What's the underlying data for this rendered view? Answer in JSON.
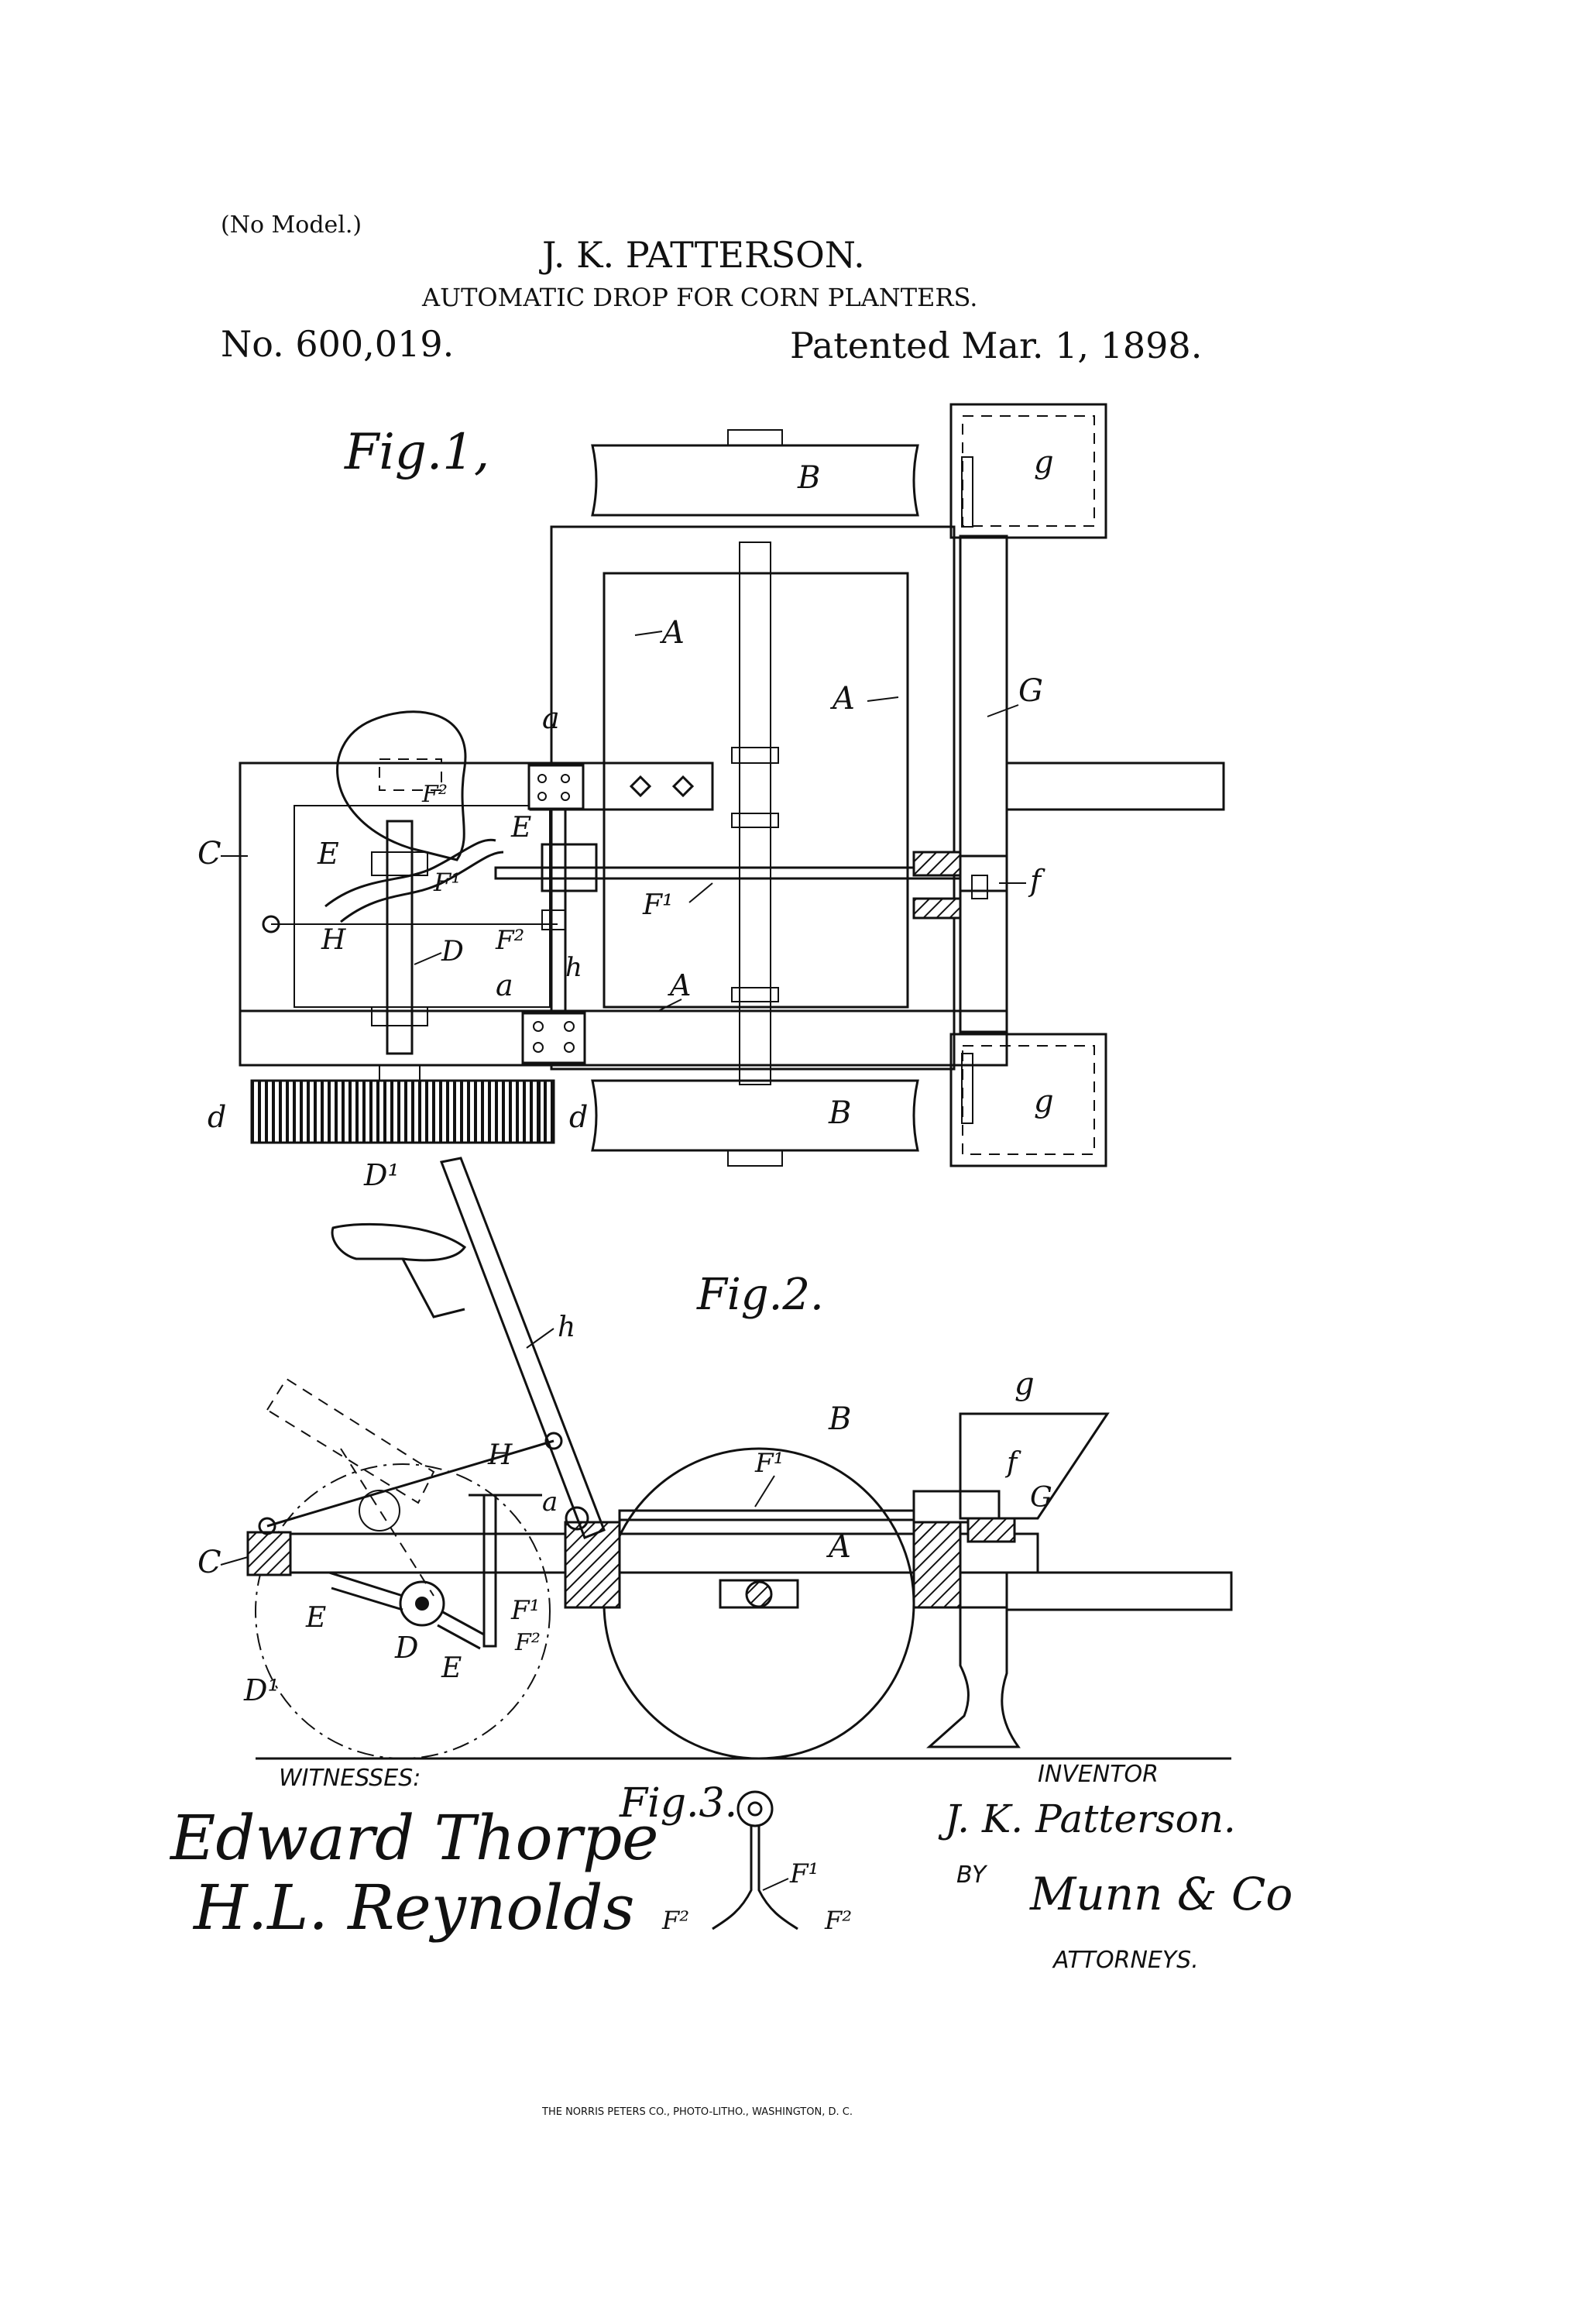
{
  "header": {
    "model_note": "(No Model.)",
    "inventor_name": "J. K. PATTERSON.",
    "title": "AUTOMATIC DROP FOR CORN PLANTERS.",
    "patent_number": "No. 600,019.",
    "patent_date": "Patented Mar. 1, 1898."
  },
  "figures": {
    "fig1": {
      "caption": "Fig.1,",
      "labels": {
        "B_top": "B",
        "B_bottom": "B",
        "g_top": "g",
        "g_bottom": "g",
        "A_left": "A",
        "A_right": "A",
        "A_lower": "A",
        "G": "G",
        "a_upper": "a",
        "a_lower": "a",
        "C": "C",
        "F2_upper": "F²",
        "E_left": "E",
        "E_right": "E",
        "F1_near": "F¹",
        "F2_mid": "F²",
        "F1_rod": "F¹",
        "f": "f",
        "H": "H",
        "D": "D",
        "h": "h",
        "d_left": "d",
        "d_right": "d",
        "D1": "D¹"
      }
    },
    "fig2": {
      "caption": "Fig.2.",
      "labels": {
        "h": "h",
        "g": "g",
        "B": "B",
        "H": "H",
        "F1_rod": "F¹",
        "f": "f",
        "G": "G",
        "a": "a",
        "C": "C",
        "A": "A",
        "E_left": "E",
        "F1": "F¹",
        "F2": "F²",
        "D": "D",
        "E_lower": "E",
        "D1": "D¹"
      }
    },
    "fig3": {
      "caption": "Fig.3.",
      "labels": {
        "F1": "F¹",
        "F2_left": "F²",
        "F2_right": "F²"
      }
    }
  },
  "signatures": {
    "witnesses_label": "WITNESSES:",
    "witness_1": "Edward Thorpe",
    "witness_2": "H.L. Reynolds",
    "inventor_label": "INVENTOR",
    "inventor_signature": "J. K. Patterson.",
    "by_label": "BY",
    "attorney_signature": "Munn & Co",
    "attorneys_label": "ATTORNEYS."
  },
  "footer": {
    "printer": "THE NORRIS PETERS CO., PHOTO-LITHO., WASHINGTON, D. C."
  }
}
